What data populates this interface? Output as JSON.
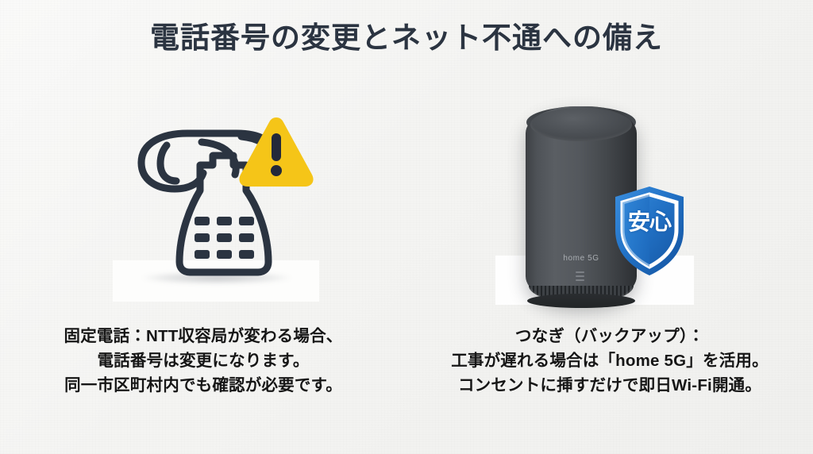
{
  "slide": {
    "title": "電話番号の変更とネット不通への備え",
    "background_color": "#f4f4f2",
    "title_color": "#2b3441",
    "caption_color": "#161616"
  },
  "left_panel": {
    "illustration_name": "landline-telephone-with-warning",
    "warning_icon": {
      "name": "warning-triangle-icon",
      "fill_color": "#F5C518",
      "mark_color": "#2b3441",
      "mark": "!"
    },
    "phone_icon": {
      "name": "landline-phone-icon",
      "stroke_color": "#2b3441",
      "keypad_rows": 3,
      "keypad_cols": 3
    },
    "caption_lines": [
      "固定電話：NTT収容局が変わる場合、",
      "電話番号は変更になります。",
      "同一市区町村内でも確認が必要です。"
    ]
  },
  "right_panel": {
    "illustration_name": "home-5g-router-photo",
    "device": {
      "name": "home-5g-router",
      "label": "home 5G",
      "body_color": "#4b4f54",
      "label_color": "#a9adb2",
      "led_count": 3
    },
    "shield_badge": {
      "name": "anshin-shield-badge",
      "text": "安心",
      "fill_color": "#1f6fc4",
      "fill_color_dark": "#1559a8",
      "outline_color": "#ffffff"
    },
    "caption_lines": [
      "つなぎ（バックアップ）：",
      "工事が遅れる場合は「home 5G」を活用。",
      "コンセントに挿すだけで即日Wi-Fi開通。"
    ]
  }
}
